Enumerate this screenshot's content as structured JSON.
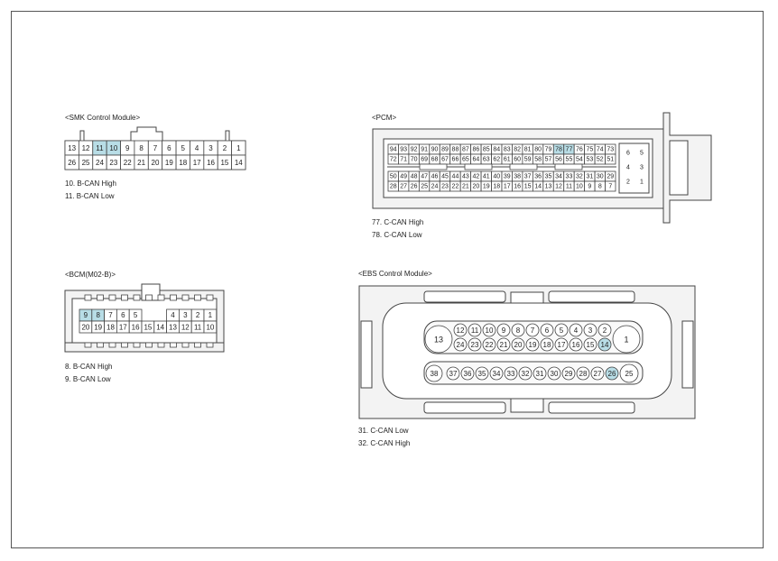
{
  "colors": {
    "line": "#444444",
    "body": "#f1f1f1",
    "inner": "#ffffff",
    "highlight": "#b8dde6"
  },
  "smk": {
    "title": "<SMK Control Module>",
    "top_row": [
      "13",
      "12",
      "11",
      "10",
      "9",
      "8",
      "7",
      "6",
      "5",
      "4",
      "3",
      "2",
      "1"
    ],
    "bottom_row": [
      "26",
      "25",
      "24",
      "23",
      "22",
      "21",
      "20",
      "19",
      "18",
      "17",
      "16",
      "15",
      "14"
    ],
    "highlight": [
      "11",
      "10"
    ],
    "notes": [
      "10. B-CAN High",
      "11. B-CAN Low"
    ]
  },
  "pcm": {
    "title": "<PCM>",
    "row1": [
      "94",
      "93",
      "92",
      "91",
      "90",
      "89",
      "88",
      "87",
      "86",
      "85",
      "84",
      "83",
      "82",
      "81",
      "80",
      "79",
      "78",
      "77",
      "76",
      "75",
      "74",
      "73"
    ],
    "row2": [
      "72",
      "71",
      "70",
      "69",
      "68",
      "67",
      "66",
      "65",
      "64",
      "63",
      "62",
      "61",
      "60",
      "59",
      "58",
      "57",
      "56",
      "55",
      "54",
      "53",
      "52",
      "51"
    ],
    "row3": [
      "50",
      "49",
      "48",
      "47",
      "46",
      "45",
      "44",
      "43",
      "42",
      "41",
      "40",
      "39",
      "38",
      "37",
      "36",
      "35",
      "34",
      "33",
      "32",
      "31",
      "30",
      "29"
    ],
    "row4": [
      "28",
      "27",
      "26",
      "25",
      "24",
      "23",
      "22",
      "21",
      "20",
      "19",
      "18",
      "17",
      "16",
      "15",
      "14",
      "13",
      "12",
      "11",
      "10",
      "9",
      "8",
      "7"
    ],
    "side": [
      [
        "6",
        "5"
      ],
      [
        "4",
        "3"
      ],
      [
        "2",
        "1"
      ]
    ],
    "highlight": [
      "78",
      "77"
    ],
    "notes": [
      "77. C-CAN High",
      "78. C-CAN Low"
    ]
  },
  "bcm": {
    "title": "<BCM(M02-B)>",
    "top_row": [
      "9",
      "8",
      "7",
      "6",
      "5",
      "",
      "",
      "4",
      "3",
      "2",
      "1"
    ],
    "bottom_row": [
      "20",
      "19",
      "18",
      "17",
      "16",
      "15",
      "14",
      "13",
      "12",
      "11",
      "10"
    ],
    "highlight": [
      "9",
      "8"
    ],
    "notes": [
      "8. B-CAN High",
      "9. B-CAN Low"
    ]
  },
  "ebs": {
    "title": "<EBS Control Module>",
    "row_a": [
      "12",
      "11",
      "10",
      "9",
      "8",
      "7",
      "6",
      "5",
      "4",
      "3",
      "2"
    ],
    "row_b": [
      "24",
      "23",
      "22",
      "21",
      "20",
      "19",
      "18",
      "17",
      "16",
      "15",
      "14"
    ],
    "row_c": [
      "37",
      "36",
      "35",
      "34",
      "33",
      "32",
      "31",
      "30",
      "29",
      "28",
      "27",
      "26"
    ],
    "big_left": "13",
    "big_right": "1",
    "small_left": "38",
    "small_right": "25",
    "highlight": [
      "14",
      "26"
    ],
    "notes": [
      "31. C-CAN Low",
      "32. C-CAN High"
    ]
  }
}
